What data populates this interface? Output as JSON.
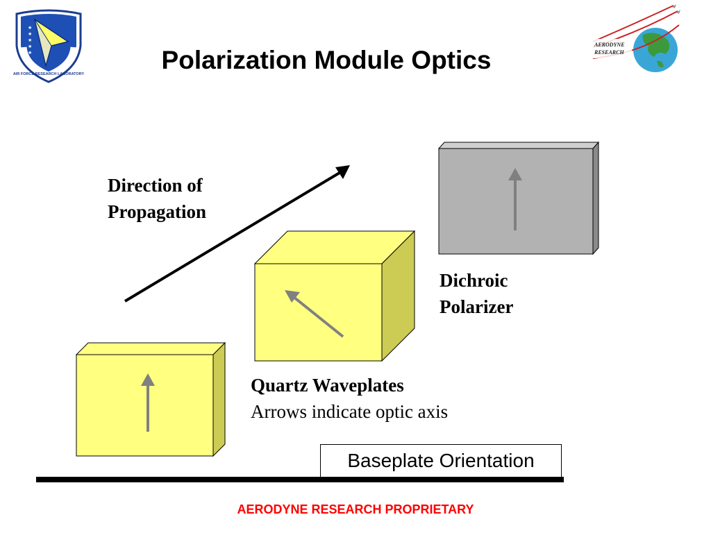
{
  "title": "Polarization Module Optics",
  "labels": {
    "direction_line1": "Direction of",
    "direction_line2": "Propagation",
    "dichroic_line1": "Dichroic",
    "dichroic_line2": "Polarizer",
    "waveplates_title": "Quartz Waveplates",
    "waveplates_note": "Arrows indicate optic axis",
    "baseplate": "Baseplate Orientation"
  },
  "footer": "AERODYNE RESEARCH PROPRIETARY",
  "logos": {
    "left": "AIR FORCE RESEARCH LABORATORY",
    "right_line1": "AERODYNE",
    "right_line2": "RESEARCH"
  },
  "colors": {
    "waveplate_front": "#ffff80",
    "waveplate_side": "#cccc55",
    "polarizer_front": "#b2b2b2",
    "polarizer_side": "#8a8a8a",
    "axis_arrow": "#808080",
    "footer_text": "#ff0000"
  }
}
